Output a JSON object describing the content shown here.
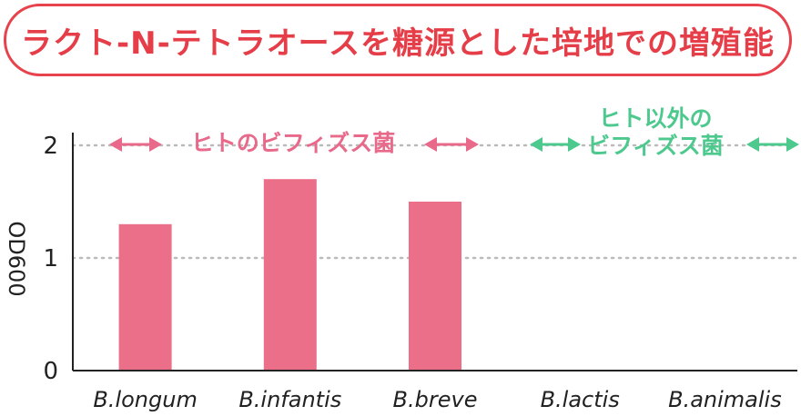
{
  "title": "ラクト-N-テトラオースを糖源とした培地での増殖能",
  "chart_data": {
    "type": "bar",
    "ylabel": "OD600",
    "xlabel": "",
    "ylim": [
      0,
      2
    ],
    "yticks": [
      0,
      1,
      2
    ],
    "grid": "horizontal-dotted",
    "categories": [
      "B.longum",
      "B.infantis",
      "B.breve",
      "B.lactis",
      "B.animalis"
    ],
    "values": [
      1.3,
      1.7,
      1.5,
      0,
      0
    ],
    "bar_color": "#ec6f89",
    "groups": [
      {
        "label": "ヒトのビフィズス菌",
        "categories": [
          "B.longum",
          "B.infantis",
          "B.breve"
        ],
        "color": "#e8698a"
      },
      {
        "label_line1": "ヒト以外の",
        "label_line2": "ビフィズス菌",
        "categories": [
          "B.lactis",
          "B.animalis"
        ],
        "color": "#4dc98e"
      }
    ]
  },
  "colors": {
    "title": "#e53e48",
    "axis": "#222222",
    "grid": "#bbbbbb"
  }
}
